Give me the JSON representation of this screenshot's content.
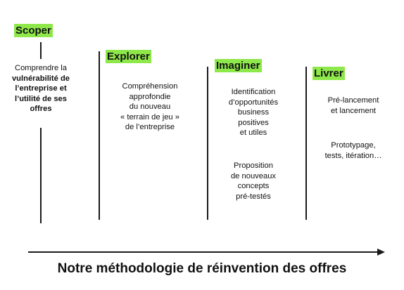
{
  "phases": [
    {
      "title": "Scoper",
      "blocks": [
        [
          "Comprendre la",
          "vulnérabilité de",
          "l’entreprise et",
          "l’utilité de ses",
          "offres"
        ]
      ]
    },
    {
      "title": "Explorer",
      "blocks": [
        [
          "Compréhension",
          "approfondie",
          "du nouveau",
          "« terrain de jeu »",
          "de l’entreprise"
        ]
      ]
    },
    {
      "title": "Imaginer",
      "blocks": [
        [
          "Identification",
          "d’opportunités",
          "business",
          "positives",
          "et utiles"
        ],
        [
          "Proposition",
          "de nouveaux",
          "concepts",
          "pré-testés"
        ]
      ]
    },
    {
      "title": "Livrer",
      "blocks": [
        [
          "Pré-lancement",
          "et lancement"
        ],
        [
          "Prototypage,",
          "tests, itération…"
        ]
      ]
    }
  ],
  "footer_title": "Notre méthodologie de réinvention des offres",
  "accent_color": "#8ee84a"
}
